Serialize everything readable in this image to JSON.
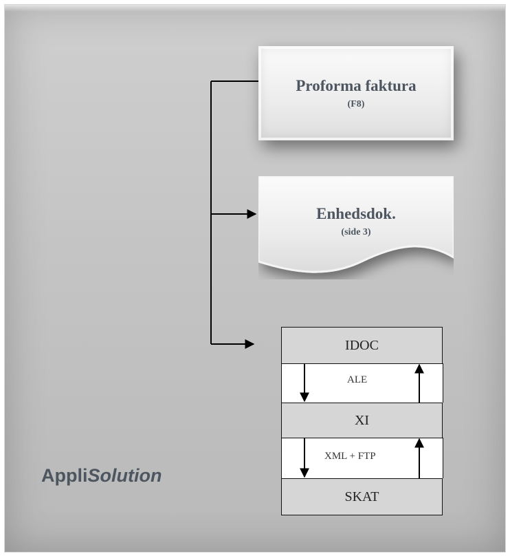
{
  "diagram": {
    "proforma": {
      "title": "Proforma faktura",
      "sub": "(F8)"
    },
    "enheds": {
      "title": "Enhedsdok.",
      "sub": "(side 3)"
    },
    "stack": {
      "top": "IDOC",
      "middle": "XI",
      "bottom": "SKAT",
      "link_top": "ALE",
      "link_bottom": "XML + FTP"
    }
  },
  "logo": {
    "part1": "Appli",
    "part2": "Solution"
  },
  "colors": {
    "panel": "#c4c4c4",
    "text": "#4d5660",
    "box": "#d6d6d6"
  }
}
